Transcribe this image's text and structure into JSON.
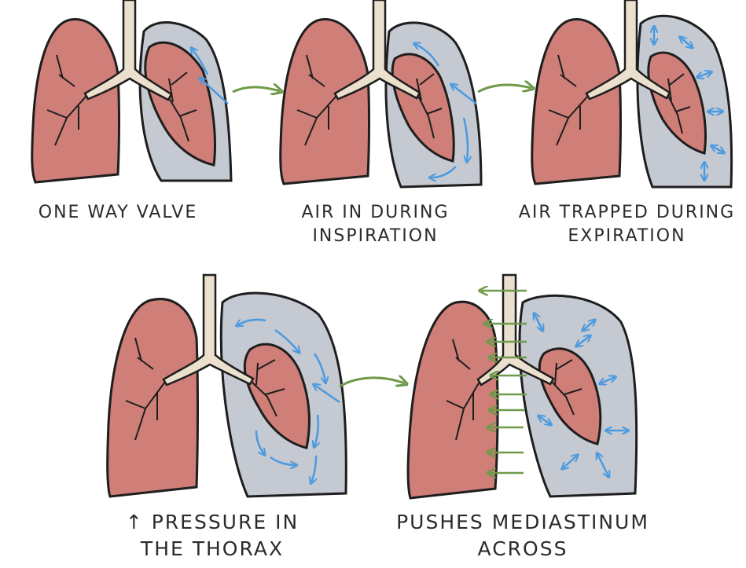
{
  "colors": {
    "lung_fill": "#cf7e78",
    "trachea_fill": "#eae0cd",
    "pleural_air": "#c4c9d2",
    "outline": "#1e1e1e",
    "air_arrows": "#4a9ae0",
    "progress_arrows": "#6e9a4a",
    "background": "#ffffff"
  },
  "icons": {
    "progress_arrow": "right-arrow-icon",
    "air_flow_arrow": "curved-arrow-icon",
    "pressure_arrow": "double-headed-arrow-icon",
    "shift_arrow": "left-arrow-icon"
  },
  "stages": [
    {
      "id": "one-way-valve",
      "caption_lines": [
        "ONE WAY VALVE"
      ]
    },
    {
      "id": "air-in-during-inspiration",
      "caption_lines": [
        "AIR IN DURING",
        "INSPIRATION"
      ]
    },
    {
      "id": "air-trapped-during-expiration",
      "caption_lines": [
        "AIR TRAPPED DURING",
        "EXPIRATION"
      ]
    },
    {
      "id": "pressure-in-thorax",
      "caption_lines": [
        "↑ PRESSURE IN",
        "THE THORAX"
      ]
    },
    {
      "id": "pushes-mediastinum",
      "caption_lines": [
        "PUSHES MEDIASTINUM",
        "ACROSS"
      ]
    }
  ]
}
